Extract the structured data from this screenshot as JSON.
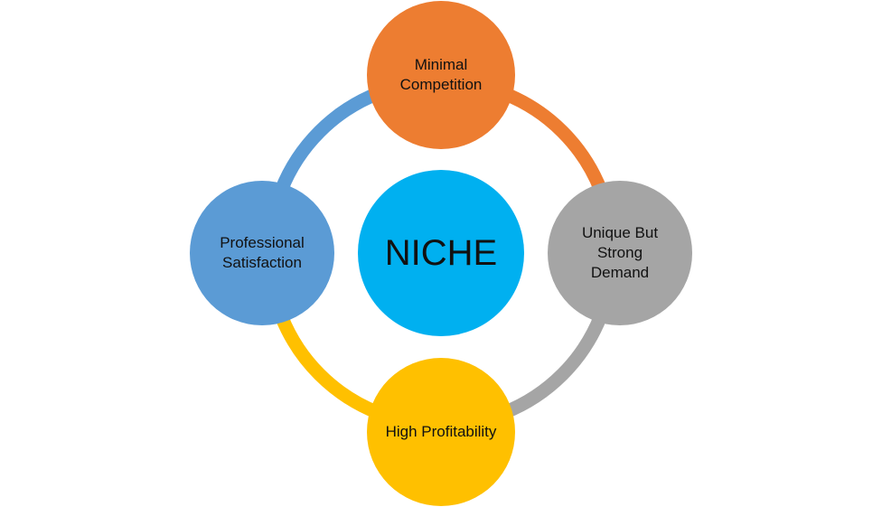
{
  "center": {
    "label": "NICHE",
    "color": "#00B0F0"
  },
  "nodes": [
    {
      "id": "top",
      "label": "Minimal Competition",
      "color": "#ED7D31"
    },
    {
      "id": "right",
      "label": "Unique But Strong Demand",
      "color": "#A5A5A5"
    },
    {
      "id": "bottom",
      "label": "High Profitability",
      "color": "#FFC000"
    },
    {
      "id": "left",
      "label": "Professional Satisfaction",
      "color": "#5B9BD5"
    }
  ]
}
